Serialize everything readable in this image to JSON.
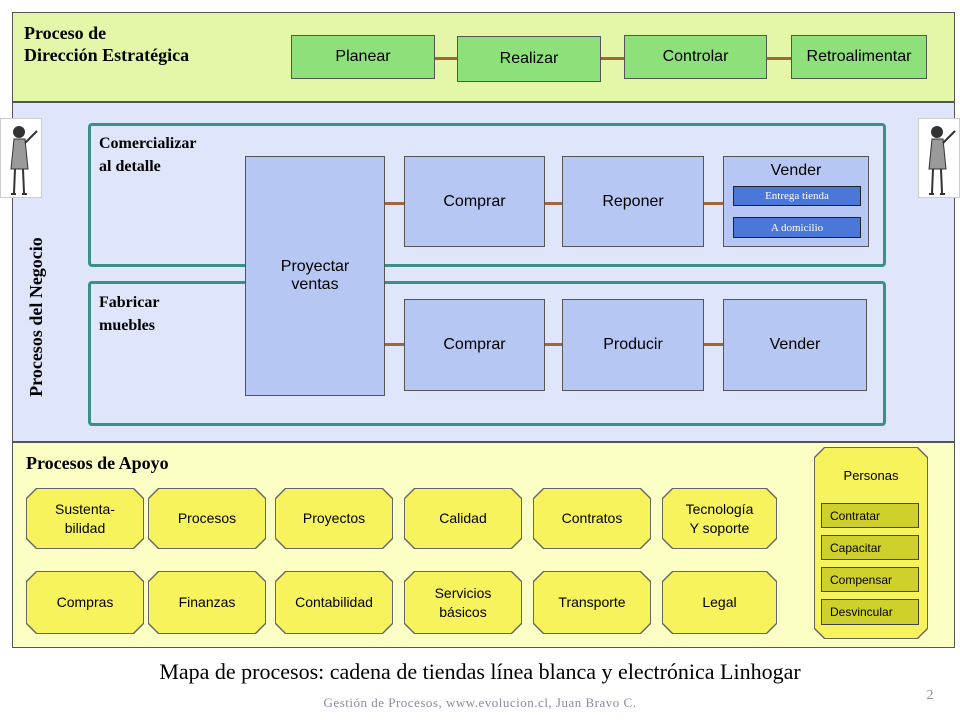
{
  "strategic": {
    "title_line1": "Proceso de",
    "title_line2": "Dirección Estratégica",
    "steps": [
      "Planear",
      "Realizar",
      "Controlar",
      "Retroalimentar"
    ]
  },
  "business": {
    "side_label": "Procesos del Negocio",
    "lane1": {
      "title_line1": "Comercializar",
      "title_line2": "al detalle",
      "steps": [
        "Comprar",
        "Reponer"
      ],
      "vender": {
        "label": "Vender",
        "options": [
          "Entrega tienda",
          "A domicilio"
        ]
      }
    },
    "shared_step_line1": "Proyectar",
    "shared_step_line2": "ventas",
    "lane2": {
      "title_line1": "Fabricar",
      "title_line2": "muebles",
      "steps": [
        "Comprar",
        "Producir",
        "Vender"
      ]
    }
  },
  "support": {
    "title": "Procesos de Apoyo",
    "row1": [
      "Sustenta-\nbilidad",
      "Procesos",
      "Proyectos",
      "Calidad",
      "Contratos",
      "Tecnología\nY soporte"
    ],
    "row2": [
      "Compras",
      "Finanzas",
      "Contabilidad",
      "Servicios\nbásicos",
      "Transporte",
      "Legal"
    ],
    "personas": {
      "title": "Personas",
      "items": [
        "Contratar",
        "Capacitar",
        "Compensar",
        "Desvincular"
      ]
    }
  },
  "footer": {
    "caption": "Mapa de procesos: cadena de tiendas línea blanca y electrónica Linhogar",
    "credit": "Gestión de Procesos, www.evolucion.cl, Juan Bravo C.",
    "page_number": "2"
  }
}
